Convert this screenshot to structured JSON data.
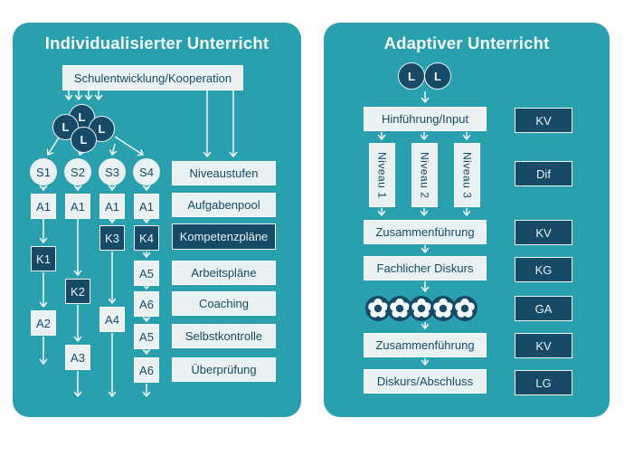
{
  "colors": {
    "panel_teal": "#2A9FAD",
    "dark_navy": "#174A66",
    "light_box": "#E9F1F3",
    "arrow_line": "#EFF7F8"
  },
  "left": {
    "title": "Individualisierter Unterricht",
    "top_box": "Schulentwicklung/Kooperation",
    "teachers": [
      "L",
      "L",
      "L",
      "L"
    ],
    "students": [
      "S1",
      "S2",
      "S3",
      "S4"
    ],
    "col1": [
      "A1",
      "K1",
      "A2"
    ],
    "col2": [
      "A1",
      "K2",
      "A3"
    ],
    "col3": [
      "A1",
      "K3",
      "A4"
    ],
    "col4": [
      "A1",
      "K4",
      "A5",
      "A6",
      "A5",
      "A6"
    ],
    "side_boxes": [
      "Niveaustufen",
      "Aufgabenpool",
      "Kompetenzpläne",
      "Arbeitspläne",
      "Coaching",
      "Selbstkontrolle",
      "Überprüfung"
    ]
  },
  "right": {
    "title": "Adaptiver Unterricht",
    "teachers": [
      "L",
      "L"
    ],
    "intro_box": "Hinführung/Input",
    "niveau_boxes": [
      "Niveau 1",
      "Niveau 2",
      "Niveau 3"
    ],
    "merge_box_1": "Zusammenführung",
    "diskurs_box": "Fachlicher Diskurs",
    "merge_box_2": "Zusammenführung",
    "final_box": "Diskurs/Abschluss",
    "labels": [
      "KV",
      "Dif",
      "KV",
      "KG",
      "GA",
      "KV",
      "LG"
    ],
    "group_icon_count": 5
  }
}
